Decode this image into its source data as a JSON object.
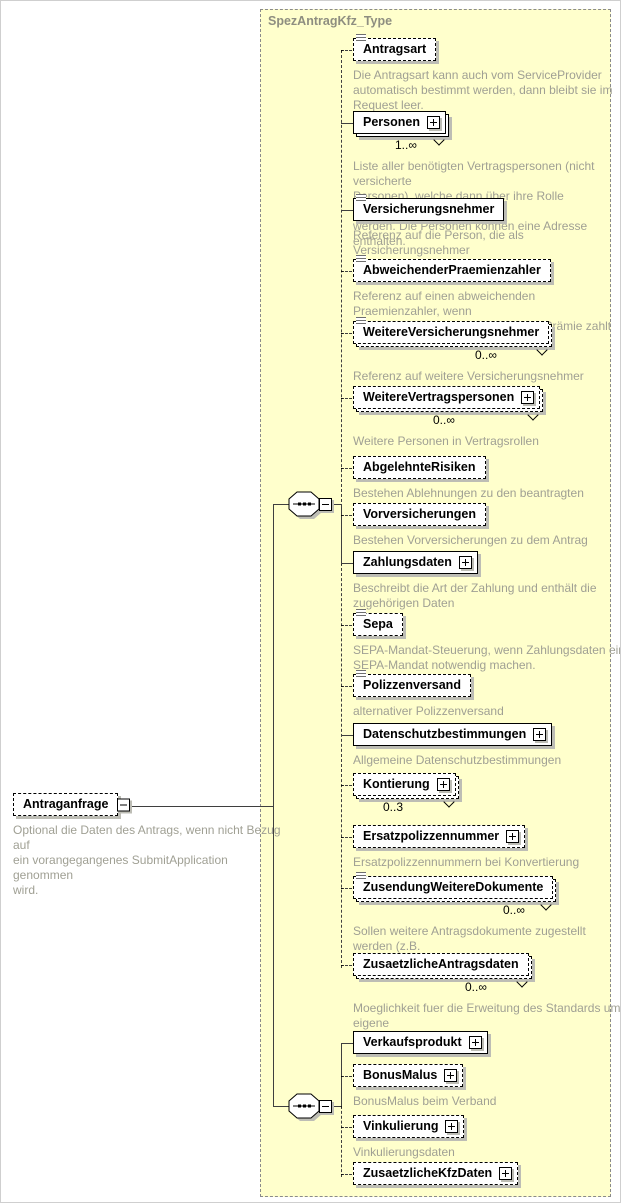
{
  "diagram": {
    "type_title": "SpezAntragKfz_Type",
    "colors": {
      "container_fill": "#ffffcc",
      "container_border": "#8a8a8a",
      "element_fill": "#ffffff",
      "element_border": "#000000",
      "annotation_text": "#a0a094",
      "shadow": "#bdbdb5",
      "connector": "#3f3f3f"
    },
    "icons": {
      "sequence_icon": "octagon with dotted line",
      "expand_plus_icon": "+",
      "collapse_minus_icon": "−",
      "annotation_icon": "≡",
      "multi_chevron_icon": "⌄"
    },
    "root": {
      "label": "Antraganfrage",
      "annotation": "Optional die Daten des Antrags, wenn nicht Bezug auf\nein vorangegangenes SubmitApplication genommen\nwird."
    },
    "group1": {
      "items": [
        {
          "label": "Antragsart",
          "cardinality": "",
          "annotation": "Die Antragsart kann auch vom ServiceProvider\nautomatisch bestimmt werden, dann bleibt sie im\nRequest leer."
        },
        {
          "label": "Personen",
          "cardinality": "1..∞",
          "annotation": "Liste aller benötigten Vertragspersonen (nicht versicherte\nPersonen), welche dann über ihre Rolle referenziert\nwerden. Die Personen können eine Adresse enthalten."
        },
        {
          "label": "Versicherungsnehmer",
          "cardinality": "",
          "annotation": "Referenz auf die Person, die als Versicherungsnehmer\nfungiert."
        },
        {
          "label": "AbweichenderPraemienzahler",
          "cardinality": "",
          "annotation": "Referenz auf einen abweichenden Praemienzahler, wenn\nnicht der Verisicherungsnehmer die Prämie zahlt"
        },
        {
          "label": "WeitereVersicherungsnehmer",
          "cardinality": "0..∞",
          "annotation": "Referenz auf weitere Versicherungsnehmer"
        },
        {
          "label": "WeitereVertragspersonen",
          "cardinality": "0..∞",
          "annotation": "Weitere Personen in Vertragsrollen"
        },
        {
          "label": "AbgelehnteRisiken",
          "cardinality": "",
          "annotation": "Bestehen Ablehnungen zu den beantragten Risiken"
        },
        {
          "label": "Vorversicherungen",
          "cardinality": "",
          "annotation": "Bestehen Vorversicherungen zu dem Antrag"
        },
        {
          "label": "Zahlungsdaten",
          "cardinality": "",
          "annotation": "Beschreibt die Art der Zahlung und enthält die\nzugehörigen Daten"
        },
        {
          "label": "Sepa",
          "cardinality": "",
          "annotation": "SEPA-Mandat-Steuerung, wenn Zahlungsdaten ein\nSEPA-Mandat notwendig machen."
        },
        {
          "label": "Polizzenversand",
          "cardinality": "",
          "annotation": "alternativer Polizzenversand"
        },
        {
          "label": "Datenschutzbestimmungen",
          "cardinality": "",
          "annotation": "Allgemeine Datenschutzbestimmungen"
        },
        {
          "label": "Kontierung",
          "cardinality": "0..3",
          "annotation": ""
        },
        {
          "label": "Ersatzpolizzennummer",
          "cardinality": "",
          "annotation": "Ersatzpolizzennummern bei Konvertierung"
        },
        {
          "label": "ZusendungWeitereDokumente",
          "cardinality": "0..∞",
          "annotation": "Sollen weitere Antragsdokumente zugestellt werden (z.B.\nIVK)"
        },
        {
          "label": "ZusaetzlicheAntragsdaten",
          "cardinality": "0..∞",
          "annotation": "Moeglichkeit fuer die Erweitung des Standards um eigene\nAntragsdaten"
        }
      ]
    },
    "group2": {
      "items": [
        {
          "label": "Verkaufsprodukt",
          "cardinality": "",
          "annotation": ""
        },
        {
          "label": "BonusMalus",
          "cardinality": "",
          "annotation": "BonusMalus beim Verband"
        },
        {
          "label": "Vinkulierung",
          "cardinality": "",
          "annotation": "Vinkulierungsdaten"
        },
        {
          "label": "ZusaetzlicheKfzDaten",
          "cardinality": "",
          "annotation": ""
        }
      ]
    }
  }
}
